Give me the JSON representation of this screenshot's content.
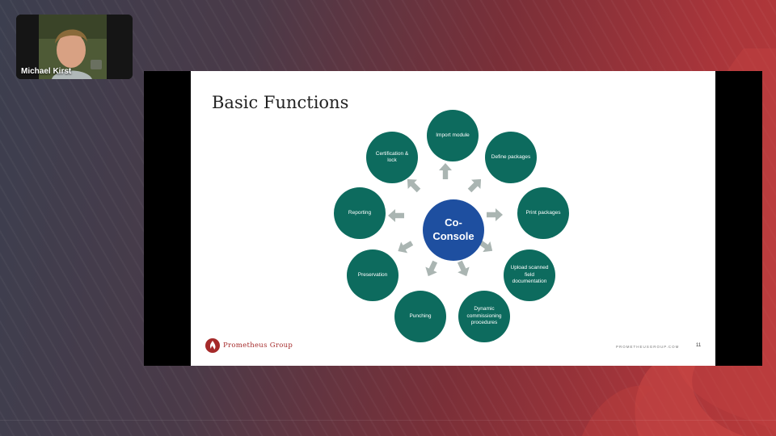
{
  "participant": {
    "name": "Michael Kirst"
  },
  "slide": {
    "title": "Basic Functions",
    "center": "Co-\nConsole",
    "functions": [
      "Import module",
      "Define packages",
      "Print packages",
      "Upload scanned field documentation",
      "Dynamic commissioning procedures",
      "Punching",
      "Preservation",
      "Reporting",
      "Certification & lock"
    ],
    "company": "Prometheus Group",
    "footer_url": "PROMETHEUSGROUP.COM",
    "page_number": "11"
  },
  "colors": {
    "node": "#0d6b5e",
    "center": "#1e4fa0",
    "arrow": "#aab5b2",
    "brand": "#a52a2a"
  }
}
